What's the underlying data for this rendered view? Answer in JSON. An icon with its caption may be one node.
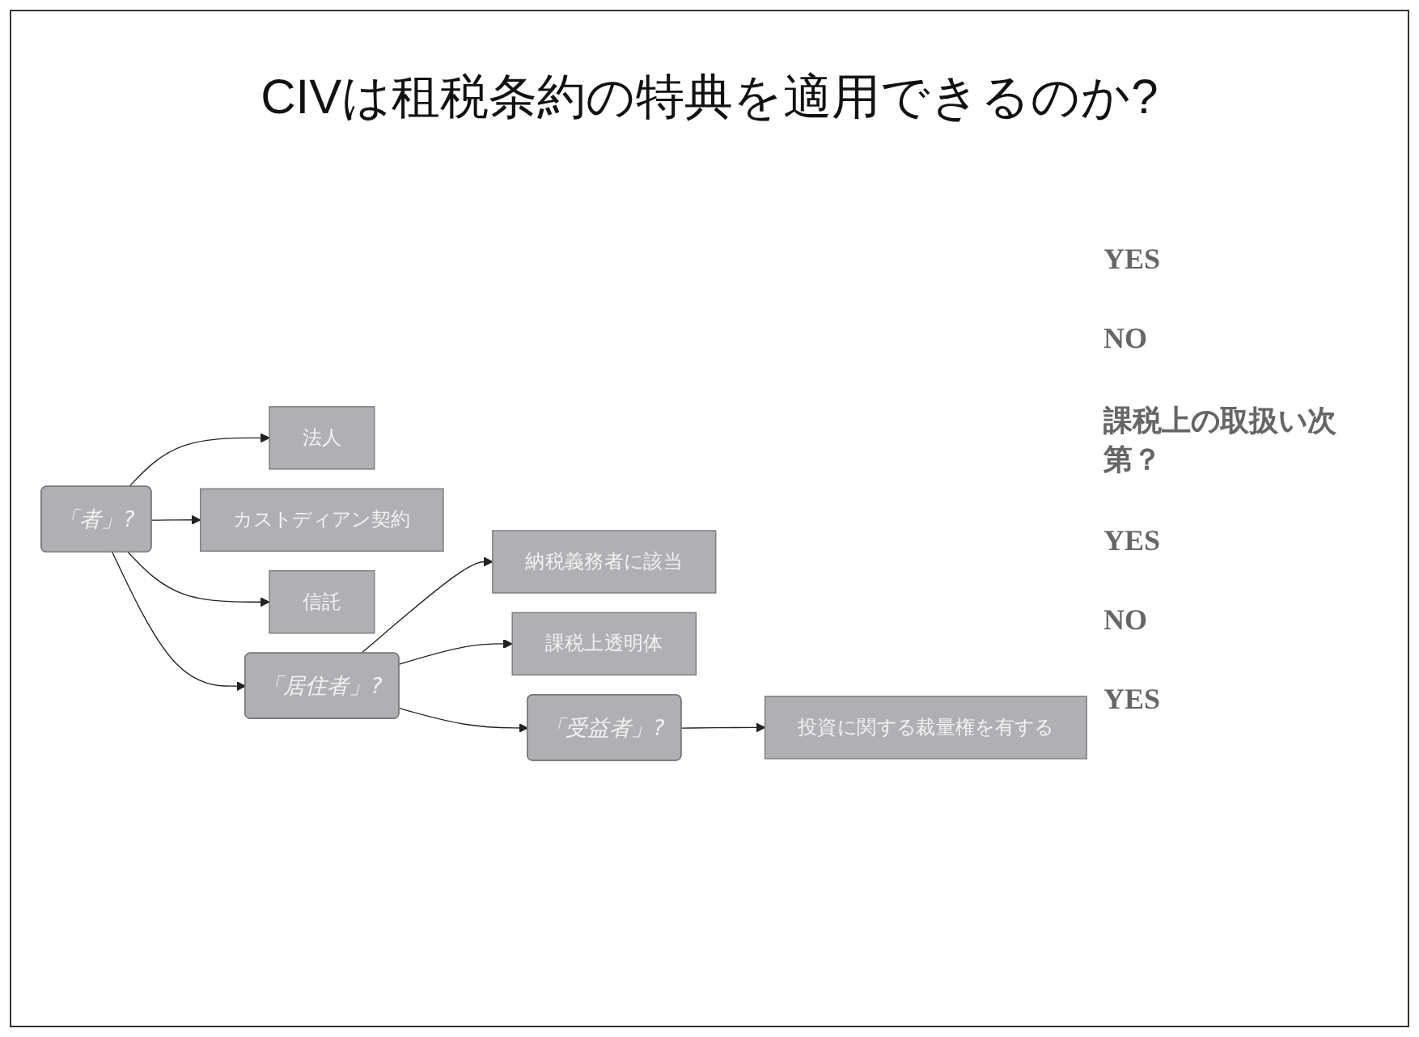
{
  "diagram": {
    "title": "CIVは租税条約の特典を適用できるのか?",
    "nodes": [
      {
        "text": [
          "「者」?"
        ]
      },
      {
        "text": [
          "法人"
        ]
      },
      {
        "text": [
          "カストディアン契約"
        ]
      },
      {
        "text": [
          "信託"
        ]
      },
      {
        "text": [
          "「居住者」?"
        ]
      },
      {
        "text": [
          "納税義務者に該当"
        ]
      },
      {
        "text": [
          "課税上透明体"
        ]
      },
      {
        "text": [
          "「受益者」?"
        ]
      },
      {
        "text": [
          "投資に関する裁量権を有する"
        ]
      }
    ],
    "labels": [
      "YES",
      "NO",
      "課税上の取扱い次第？",
      "YES",
      "NO",
      "YES"
    ],
    "edges": [
      {
        "from": 0,
        "to": 1,
        "arrow": "to"
      },
      {
        "from": 0,
        "to": 2,
        "arrow": "to"
      },
      {
        "from": 0,
        "to": 3,
        "arrow": "to"
      },
      {
        "from": 0,
        "to": 4,
        "arrow": "to"
      },
      {
        "from": 4,
        "to": 5,
        "arrow": "to"
      },
      {
        "from": 4,
        "to": 6,
        "arrow": "to"
      },
      {
        "from": 4,
        "to": 7,
        "arrow": "to"
      },
      {
        "from": 7,
        "to": 8,
        "arrow": "to"
      }
    ]
  }
}
